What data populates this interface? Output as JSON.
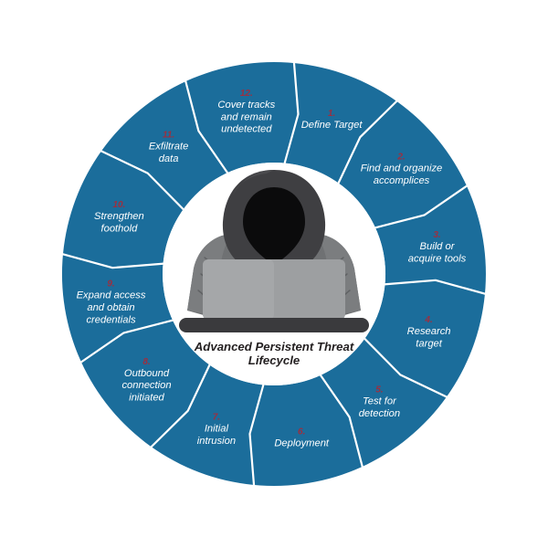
{
  "infographic": {
    "center_title_line1": "Advanced Persistent Threat",
    "center_title_line2": "Lifecycle",
    "center_icon": "hooded-hacker-with-laptop-icon",
    "colors": {
      "ring_blue": "#1b6d9b",
      "divider_white": "#ffffff",
      "number_red": "#9c2f40",
      "label_white": "#ffffff",
      "title_dark": "#231f20",
      "background": "#ffffff",
      "hood_black": "#111111",
      "hood_dark_gray": "#3f3f42",
      "body_gray": "#6f7173",
      "body_light_gray": "#8b8d8f",
      "laptop_gray": "#9d9fa1",
      "base_dark": "#3a3a3d"
    },
    "steps": [
      {
        "number": "1.",
        "lines": [
          "Define Target"
        ]
      },
      {
        "number": "2.",
        "lines": [
          "Find and organize",
          "accomplices"
        ]
      },
      {
        "number": "3.",
        "lines": [
          "Build or",
          "acquire tools"
        ]
      },
      {
        "number": "4.",
        "lines": [
          "Research",
          "target"
        ]
      },
      {
        "number": "5.",
        "lines": [
          "Test for",
          "detection"
        ]
      },
      {
        "number": "6.",
        "lines": [
          "Deployment"
        ]
      },
      {
        "number": "7.",
        "lines": [
          "Initial",
          "intrusion"
        ]
      },
      {
        "number": "8.",
        "lines": [
          "Outbound",
          "connection",
          "initiated"
        ]
      },
      {
        "number": "9.",
        "lines": [
          "Expand access",
          "and obtain",
          "credentials"
        ]
      },
      {
        "number": "10.",
        "lines": [
          "Strengthen",
          "foothold"
        ]
      },
      {
        "number": "11.",
        "lines": [
          "Exfiltrate",
          "data"
        ]
      },
      {
        "number": "12.",
        "lines": [
          "Cover tracks",
          "and remain",
          "undetected"
        ]
      }
    ]
  }
}
